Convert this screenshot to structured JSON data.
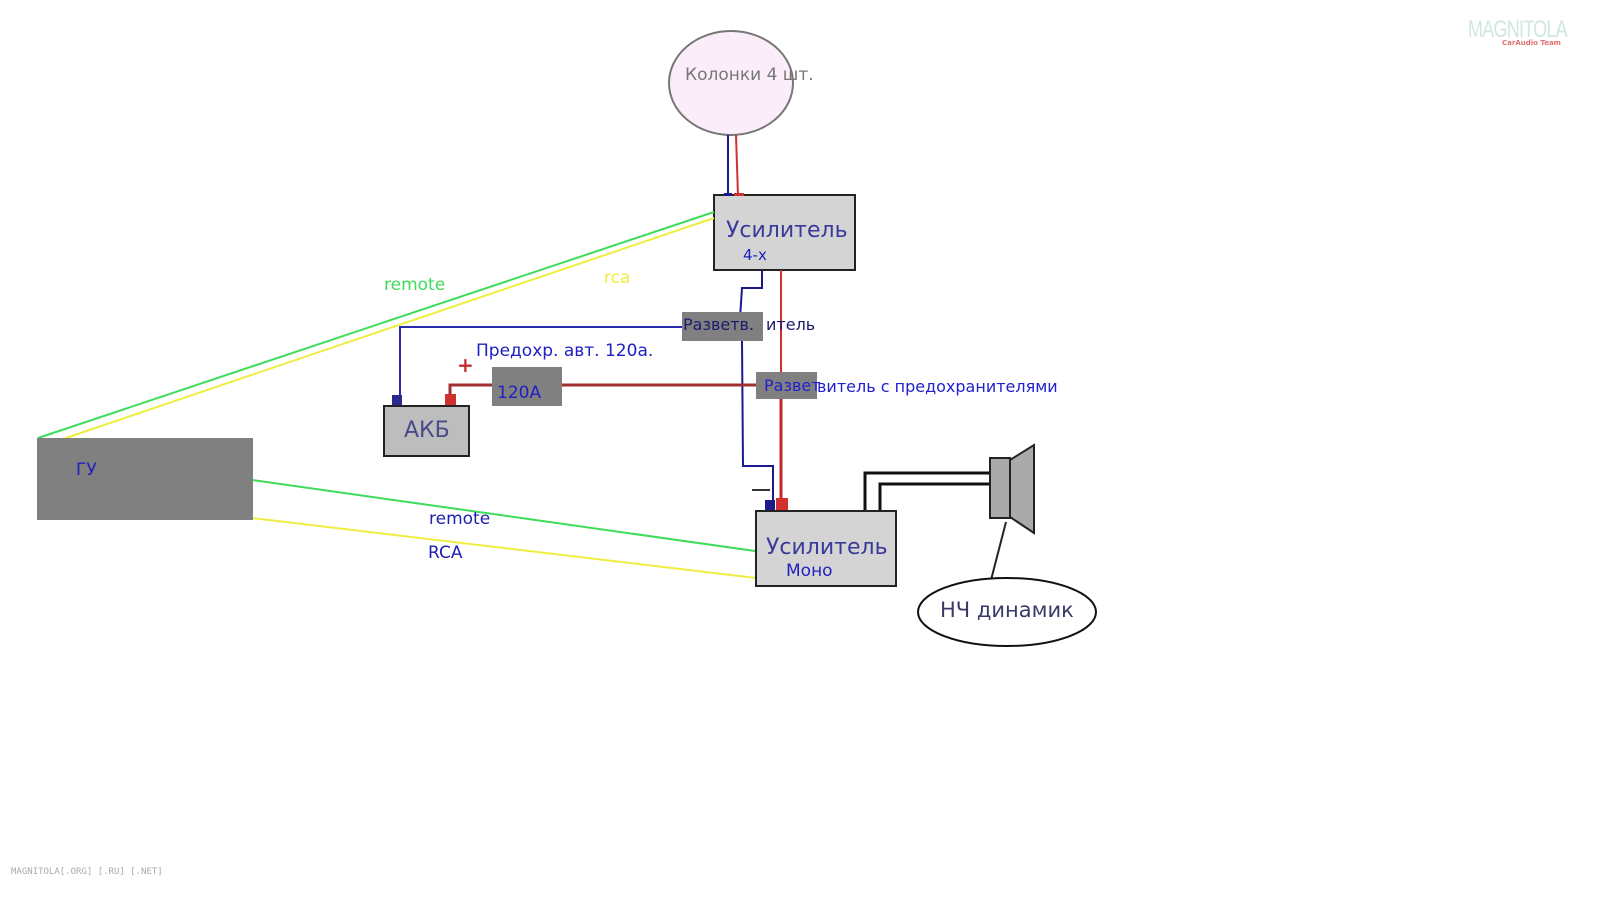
{
  "watermark": {
    "brand": "MAGNITOLA",
    "sub": "CarAudio Team",
    "footer": "MAGNITOLA[.ORG] [.RU] [.NET]"
  },
  "colors": {
    "wire_blue": "#1a1a8c",
    "wire_red": "#d03030",
    "wire_darkred": "#a03030",
    "wire_green": "#3ddc5a",
    "wire_yellow": "#eeee40",
    "box_gray": "#d4d4d4",
    "block_gray": "#808080",
    "text_blue": "#2020c0",
    "text_green": "#3ddc5a",
    "text_yellow": "#eeee40",
    "speaker_fill": "#fbeefa"
  },
  "components": {
    "speakers": {
      "label": "Колонки 4 шт."
    },
    "amp4": {
      "title": "Усилитель",
      "sub": "4-х"
    },
    "amp_mono": {
      "title": "Усилитель",
      "sub": "Моно"
    },
    "battery": {
      "label": "АКБ",
      "plus": "+"
    },
    "fuse": {
      "label": "120A",
      "caption": "Предохр. авт. 120а."
    },
    "splitter1": {
      "box_text": "Разветв.",
      "rest_text": "итель"
    },
    "splitter2": {
      "box_text": "Развет",
      "rest_text": "витель с предохранителями"
    },
    "head_unit": {
      "label": "ГУ"
    },
    "subwoofer": {
      "label": "НЧ динамик"
    }
  },
  "wire_labels": {
    "remote_top": "remote",
    "rca_top": "rca",
    "remote_bottom": "remote",
    "rca_bottom": "RCA"
  }
}
